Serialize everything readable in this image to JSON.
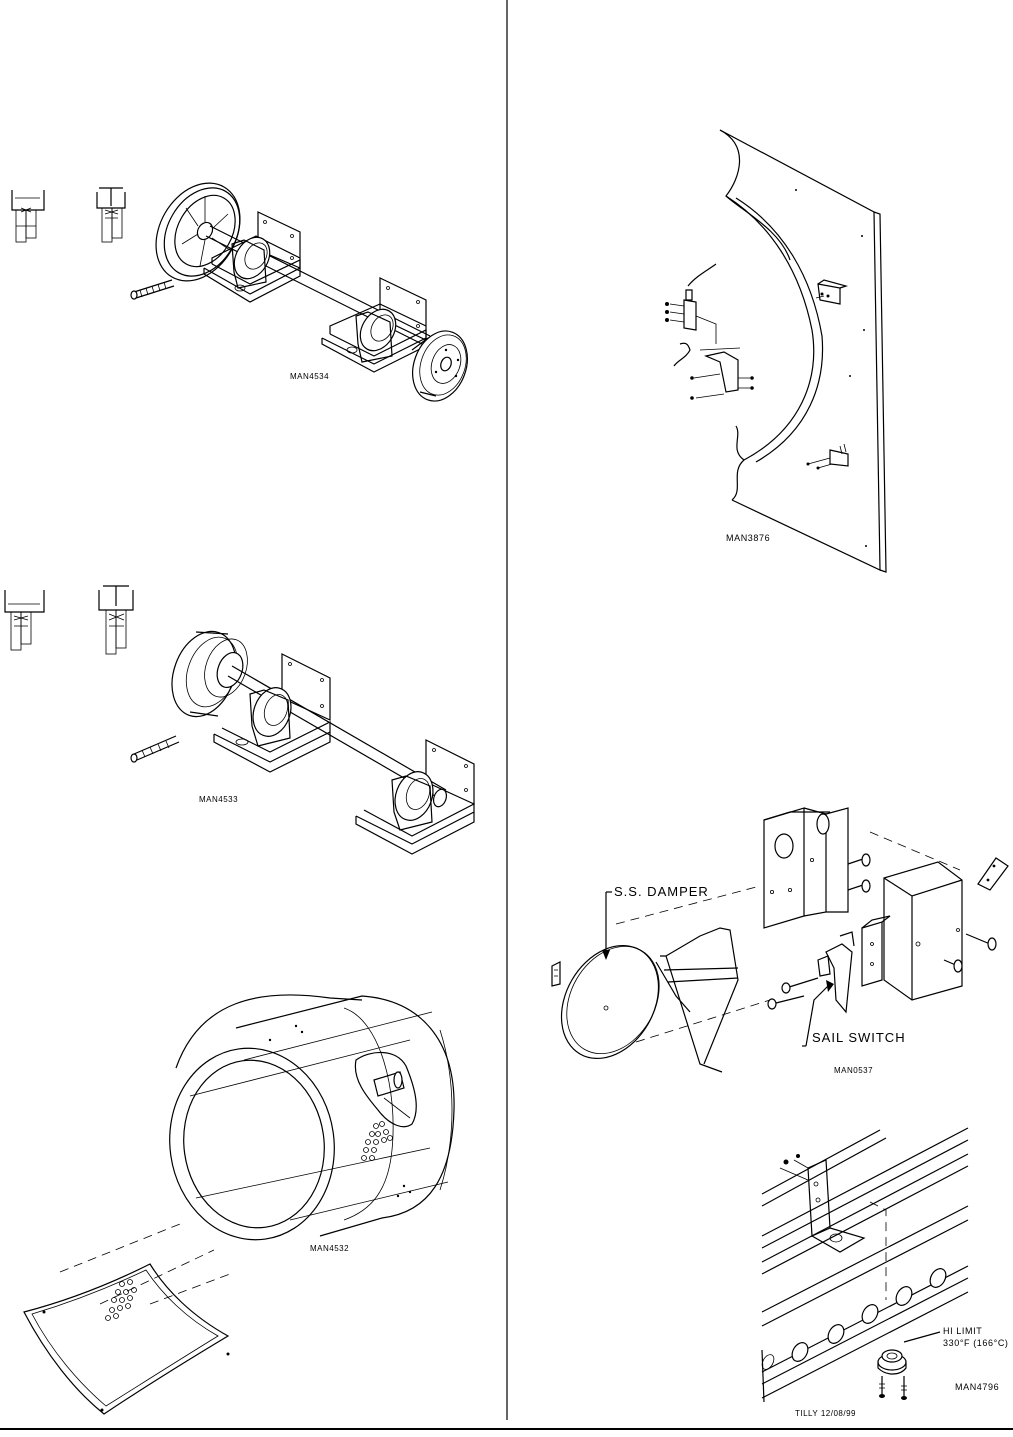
{
  "figures": {
    "fan_assembly_belt": {
      "code": "MAN4534"
    },
    "fan_assembly_direct": {
      "code": "MAN4533"
    },
    "drum_panel": {
      "code": "MAN4532"
    },
    "panel_switch": {
      "code": "MAN3876"
    },
    "sail_switch": {
      "code": "MAN0537",
      "damper_label": "S.S. DAMPER",
      "switch_label": "SAIL SWITCH"
    },
    "hi_limit": {
      "code": "MAN4796",
      "label_line1": "HI LIMIT",
      "label_line2": "330°F (166°C)",
      "drafter": "TILLY   12/08/99"
    }
  }
}
